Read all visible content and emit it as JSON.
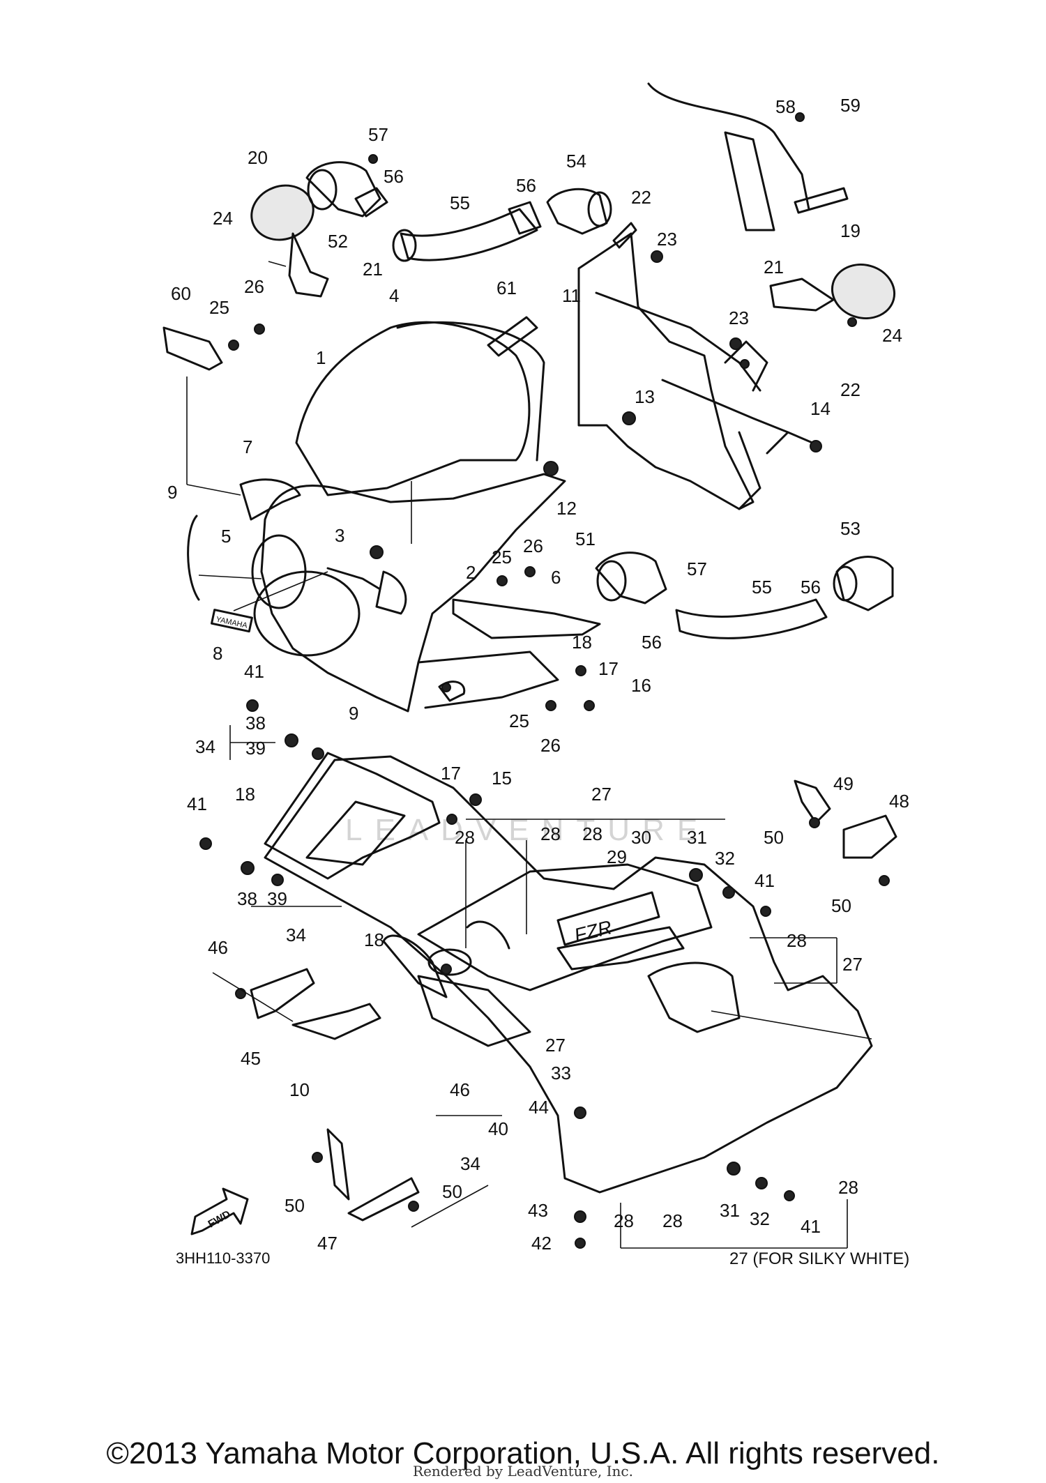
{
  "diagram": {
    "code": "3HH110-3370",
    "watermark": "LEADVENTURE",
    "fwd_label": "FWD",
    "badge_yamaha": "YAMAHA",
    "badge_fzr": "FZR",
    "silky_note": "27 (FOR SILKY WHITE)",
    "callouts": [
      "57",
      "20",
      "56",
      "52",
      "55",
      "56",
      "54",
      "22",
      "58",
      "59",
      "24",
      "21",
      "23",
      "19",
      "60",
      "26",
      "25",
      "4",
      "61",
      "11",
      "21",
      "23",
      "24",
      "1",
      "13",
      "22",
      "14",
      "7",
      "9",
      "12",
      "3",
      "5",
      "2",
      "25",
      "26",
      "51",
      "57",
      "53",
      "8",
      "6",
      "56",
      "55",
      "56",
      "18",
      "41",
      "17",
      "9",
      "16",
      "25",
      "26",
      "38",
      "34",
      "39",
      "17",
      "15",
      "27",
      "49",
      "48",
      "18",
      "41",
      "28",
      "28",
      "28",
      "29",
      "30",
      "31",
      "32",
      "50",
      "38",
      "39",
      "41",
      "34",
      "18",
      "50",
      "46",
      "28",
      "27",
      "45",
      "27",
      "33",
      "10",
      "46",
      "44",
      "40",
      "34",
      "50",
      "50",
      "43",
      "31",
      "32",
      "41",
      "28",
      "42",
      "28",
      "28",
      "47"
    ]
  },
  "footer": {
    "copyright": "©2013 Yamaha Motor Corporation, U.S.A. All rights reserved.",
    "credit": "Rendered by LeadVenture, Inc."
  }
}
